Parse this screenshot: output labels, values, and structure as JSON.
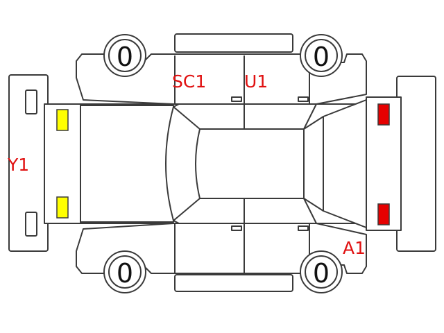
{
  "damage_codes": {
    "sc1": "SC1",
    "u1": "U1",
    "y1": "Y1",
    "a1": "A1"
  },
  "tyre_readings": {
    "front_left": "0",
    "front_right": "0",
    "rear_left": "0",
    "rear_right": "0"
  },
  "colors": {
    "line": "#3a3a3a",
    "code_text": "#e01010",
    "headlight": "#ffff00",
    "taillight": "#e60000"
  }
}
